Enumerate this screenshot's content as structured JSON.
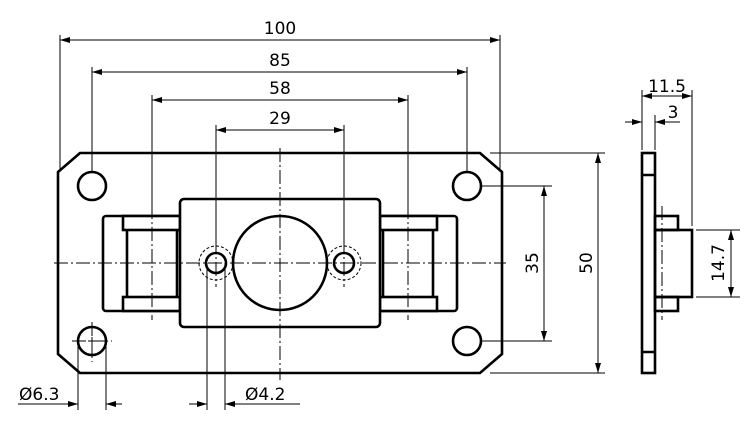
{
  "dimensions": {
    "overall_width": "100",
    "hole_spacing_x": "85",
    "roller_spacing": "58",
    "small_hole_spacing": "29",
    "hole_spacing_y": "35",
    "overall_height": "50",
    "side_depth": "11.5",
    "plate_thickness": "3",
    "boss_height": "14.7",
    "mount_hole_diameter": "Ø6.3",
    "small_hole_diameter": "Ø4.2"
  }
}
